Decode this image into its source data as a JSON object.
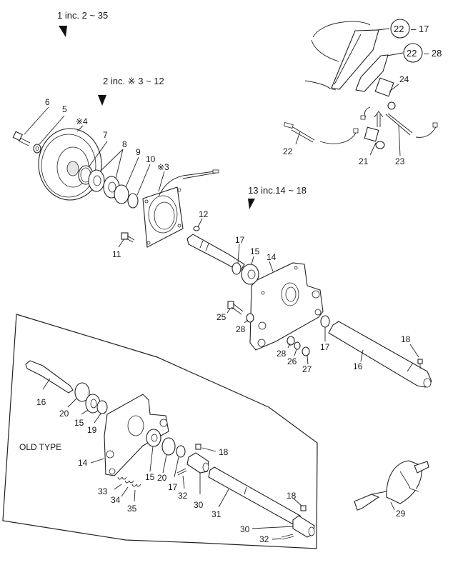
{
  "diagram": {
    "group_headers": [
      {
        "id": "g1",
        "text": "1   inc. 2 ~ 35"
      },
      {
        "id": "g2",
        "text": "2  inc. ※ 3 ~ 12"
      },
      {
        "id": "g13",
        "text": "13 inc.14 ~ 18"
      }
    ],
    "boxed_note": "OLD TYPE",
    "circled_refs": [
      {
        "circle": "22",
        "suffix": "– 17"
      },
      {
        "circle": "22",
        "suffix": "– 28"
      }
    ],
    "labels": {
      "p3": "※3",
      "p4": "※4",
      "p5": "5",
      "p6": "6",
      "p7": "7",
      "p8": "8",
      "p9": "9",
      "p10": "10",
      "p11": "11",
      "p12": "12",
      "p14": "14",
      "p15": "15",
      "p16": "16",
      "p17a": "17",
      "p17b": "17",
      "p18": "18",
      "p21": "21",
      "p22": "22",
      "p23": "23",
      "p24": "24",
      "p25": "25",
      "p26": "26",
      "p27": "27",
      "p28a": "28",
      "p28b": "28",
      "p29": "29",
      "old_16": "16",
      "old_20a": "20",
      "old_15a": "15",
      "old_19": "19",
      "old_14": "14",
      "old_15b": "15",
      "old_20b": "20",
      "old_17": "17",
      "old_18a": "18",
      "old_32a": "32",
      "old_30a": "30",
      "old_31": "31",
      "old_33": "33",
      "old_34": "34",
      "old_35": "35",
      "old_18b": "18",
      "old_30b": "30",
      "old_32b": "32"
    }
  }
}
